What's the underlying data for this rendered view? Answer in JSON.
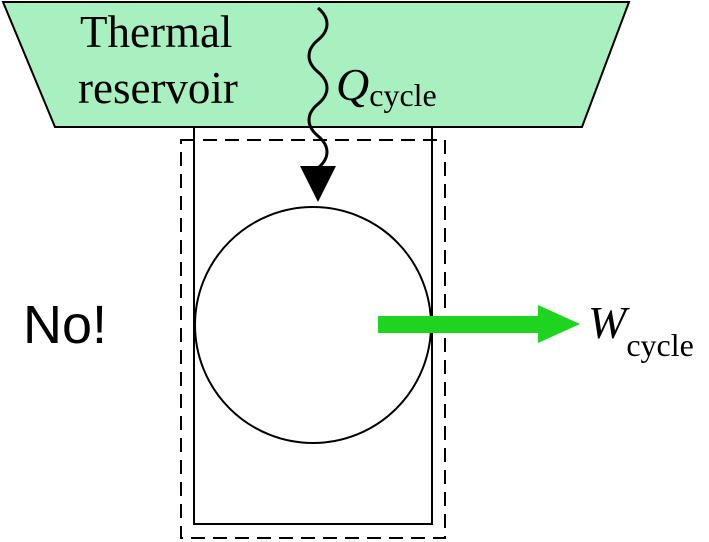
{
  "reservoir": {
    "label_line1": "Thermal",
    "label_line2": "reservoir",
    "fill_color": "#a8f0c0"
  },
  "heat": {
    "symbol": "Q",
    "subscript": "cycle"
  },
  "work": {
    "symbol": "W",
    "subscript": "cycle",
    "arrow_color": "#1ed41e"
  },
  "verdict": "No!"
}
